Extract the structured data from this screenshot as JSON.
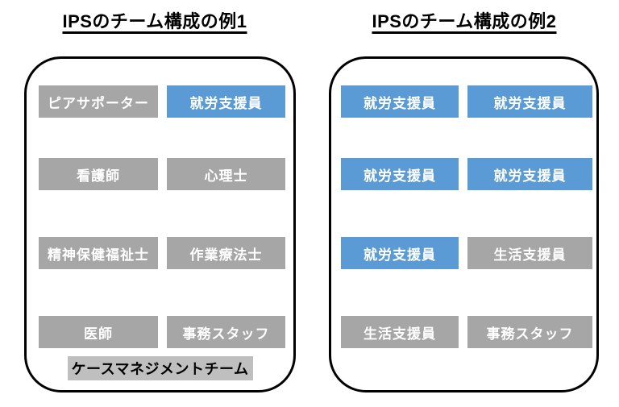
{
  "colors": {
    "blue": "#5B9BD5",
    "gray": "#A6A6A6",
    "highlight": "#BFBFBF",
    "border": "#000000",
    "box_text": "#FFFFFF"
  },
  "panels": {
    "left": {
      "title": "IPSのチーム構成の例1",
      "boxes": [
        {
          "label": "ピアサポーター",
          "color": "gray"
        },
        {
          "label": "就労支援員",
          "color": "blue"
        },
        {
          "label": "看護師",
          "color": "gray"
        },
        {
          "label": "心理士",
          "color": "gray"
        },
        {
          "label": "精神保健福祉士",
          "color": "gray"
        },
        {
          "label": "作業療法士",
          "color": "gray"
        },
        {
          "label": "医師",
          "color": "gray"
        },
        {
          "label": "事務スタッフ",
          "color": "gray"
        }
      ],
      "footer_label": "ケースマネジメントチーム"
    },
    "right": {
      "title": "IPSのチーム構成の例2",
      "boxes": [
        {
          "label": "就労支援員",
          "color": "blue"
        },
        {
          "label": "就労支援員",
          "color": "blue"
        },
        {
          "label": "就労支援員",
          "color": "blue"
        },
        {
          "label": "就労支援員",
          "color": "blue"
        },
        {
          "label": "就労支援員",
          "color": "blue"
        },
        {
          "label": "生活支援員",
          "color": "gray"
        },
        {
          "label": "生活支援員",
          "color": "gray"
        },
        {
          "label": "事務スタッフ",
          "color": "gray"
        }
      ]
    }
  }
}
